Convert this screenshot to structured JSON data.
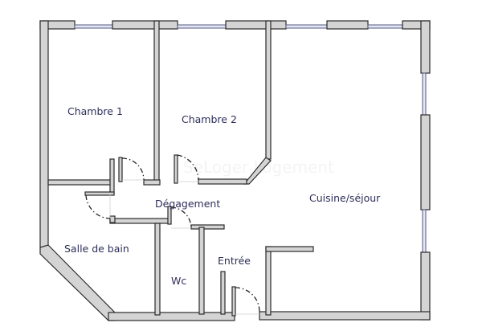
{
  "plan": {
    "title": "Floor plan",
    "watermark": "SeLoger Logement",
    "colors": {
      "wall_fill": "#d4d4d4",
      "wall_stroke": "#2b2b2b",
      "window": "#e4e6f4",
      "label": "#2e2e5a"
    },
    "rooms": [
      {
        "id": "chambre-1",
        "label": "Chambre 1"
      },
      {
        "id": "chambre-2",
        "label": "Chambre 2"
      },
      {
        "id": "degagement",
        "label": "Dégagement"
      },
      {
        "id": "cuisine-sejour",
        "label": "Cuisine/séjour"
      },
      {
        "id": "salle-de-bain",
        "label": "Salle de bain"
      },
      {
        "id": "wc",
        "label": "Wc"
      },
      {
        "id": "entree",
        "label": "Entrée"
      }
    ]
  }
}
